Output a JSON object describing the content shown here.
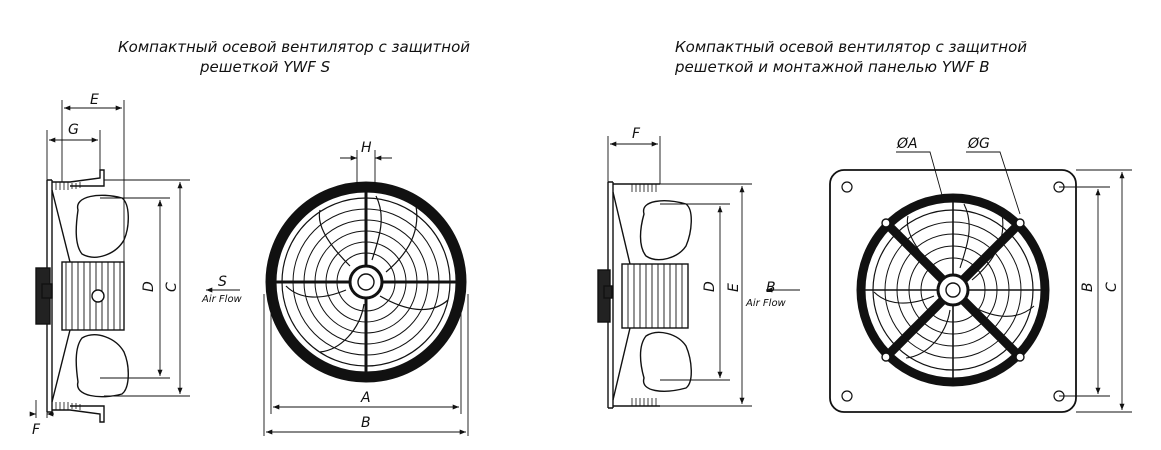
{
  "captions": {
    "left_line1": "Компактный осевой вентилятор с защитной",
    "left_line2": "решеткой YWF S",
    "right_line1": "Компактный осевой вентилятор с защитной",
    "right_line2": "решеткой и монтажной панелью YWF B"
  },
  "left_side": {
    "dim_E": "E",
    "dim_G": "G",
    "dim_D": "D",
    "dim_C": "C",
    "dim_F": "F",
    "flow_letter": "S",
    "flow_text": "Air Flow"
  },
  "left_front": {
    "dim_H": "H",
    "dim_A": "A",
    "dim_B": "B"
  },
  "right_side": {
    "dim_F": "F",
    "dim_D": "D",
    "dim_E": "E",
    "flow_letter": "B",
    "flow_text": "Air Flow"
  },
  "right_front": {
    "dim_OA": "ØA",
    "dim_OG": "ØG",
    "dim_B": "B",
    "dim_C": "C"
  },
  "colors": {
    "line": "#111111",
    "hub": "#222222"
  }
}
